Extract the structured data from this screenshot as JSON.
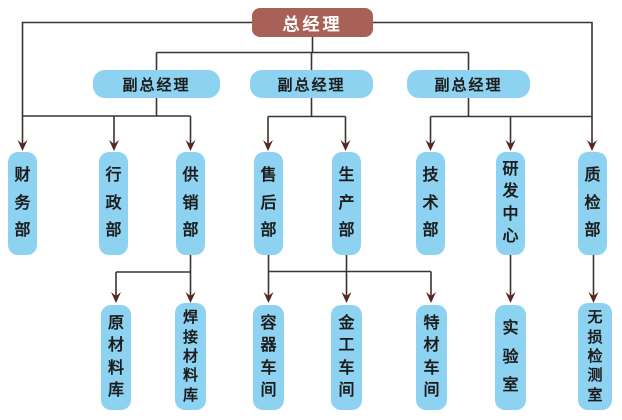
{
  "org": {
    "root": {
      "label": "总经理"
    },
    "deputies": [
      {
        "label": "副总经理"
      },
      {
        "label": "副总经理"
      },
      {
        "label": "副总经理"
      }
    ],
    "departments": [
      {
        "label": "财务部"
      },
      {
        "label": "行政部"
      },
      {
        "label": "供销部"
      },
      {
        "label": "售后部"
      },
      {
        "label": "生产部"
      },
      {
        "label": "技术部"
      },
      {
        "label": "研发中心"
      },
      {
        "label": "质检部"
      }
    ],
    "units": [
      {
        "label": "原材料库"
      },
      {
        "label": "焊接材料库"
      },
      {
        "label": "容器车间"
      },
      {
        "label": "金工车间"
      },
      {
        "label": "特材车间"
      },
      {
        "label": "实验室"
      },
      {
        "label": "无损检测室"
      }
    ]
  },
  "colors": {
    "root_fill": "#A76156",
    "root_text": "#FFFFFF",
    "node_fill": "#8DD2F0",
    "node_text": "#1C1C1C",
    "line": "#3C332E",
    "arrow": "#5A2420"
  }
}
